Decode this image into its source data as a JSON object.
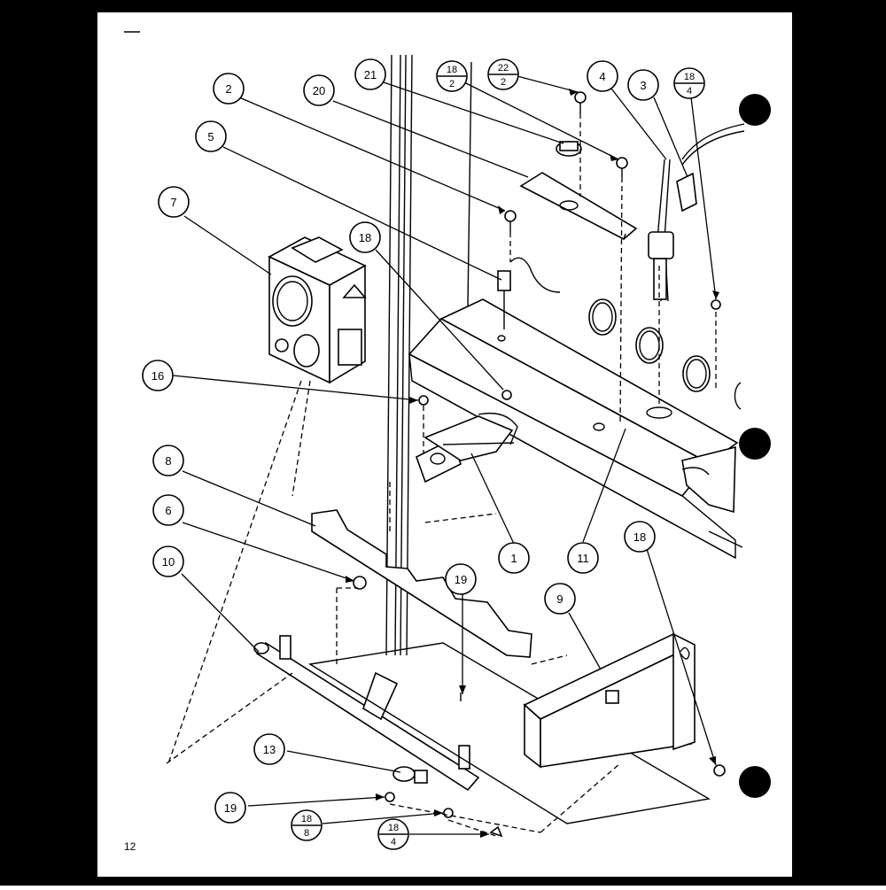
{
  "page": {
    "page_number": "12"
  },
  "callouts": [
    {
      "id": "c1",
      "label": "1"
    },
    {
      "id": "c2",
      "label": "2"
    },
    {
      "id": "c3",
      "label": "3"
    },
    {
      "id": "c4",
      "label": "4"
    },
    {
      "id": "c5",
      "label": "5"
    },
    {
      "id": "c6",
      "label": "6"
    },
    {
      "id": "c7",
      "label": "7"
    },
    {
      "id": "c8",
      "label": "8"
    },
    {
      "id": "c9",
      "label": "9"
    },
    {
      "id": "c10",
      "label": "10"
    },
    {
      "id": "c11",
      "label": "11"
    },
    {
      "id": "c13",
      "label": "13"
    },
    {
      "id": "c16",
      "label": "16"
    },
    {
      "id": "c18a",
      "label": "18"
    },
    {
      "id": "c18b",
      "label": "18"
    },
    {
      "id": "c19a",
      "label": "19"
    },
    {
      "id": "c19b",
      "label": "19"
    },
    {
      "id": "c20",
      "label": "20"
    },
    {
      "id": "c21",
      "label": "21"
    }
  ],
  "fraction_callouts": [
    {
      "id": "f18_2",
      "top": "18",
      "bottom": "2"
    },
    {
      "id": "f22_2",
      "top": "22",
      "bottom": "2"
    },
    {
      "id": "f18_4a",
      "top": "18",
      "bottom": "4"
    },
    {
      "id": "f18_8",
      "top": "18",
      "bottom": "8"
    },
    {
      "id": "f18_4b",
      "top": "18",
      "bottom": "4"
    }
  ]
}
